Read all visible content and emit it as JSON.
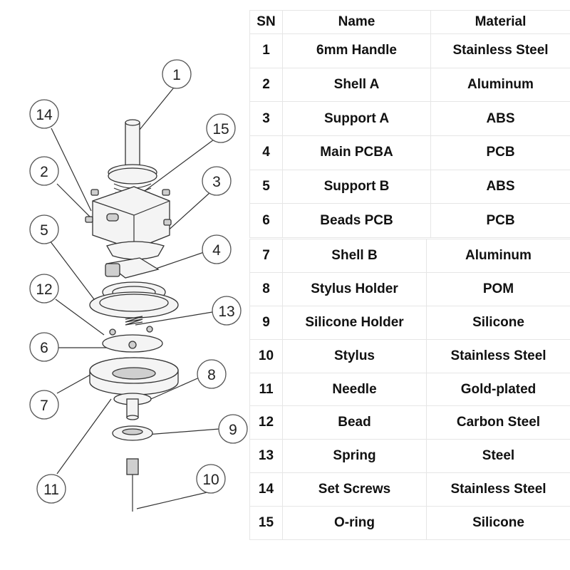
{
  "table": {
    "headers": [
      "SN",
      "Name",
      "Material"
    ],
    "rows": [
      {
        "sn": "1",
        "name": "6mm Handle",
        "material": "Stainless Steel"
      },
      {
        "sn": "2",
        "name": "Shell A",
        "material": "Aluminum"
      },
      {
        "sn": "3",
        "name": "Support A",
        "material": "ABS"
      },
      {
        "sn": "4",
        "name": "Main PCBA",
        "material": "PCB"
      },
      {
        "sn": "5",
        "name": "Support B",
        "material": "ABS"
      },
      {
        "sn": "6",
        "name": "Beads PCB",
        "material": "PCB"
      },
      {
        "sn": "7",
        "name": "Shell B",
        "material": "Aluminum"
      },
      {
        "sn": "8",
        "name": "Stylus Holder",
        "material": "POM"
      },
      {
        "sn": "9",
        "name": "Silicone Holder",
        "material": "Silicone"
      },
      {
        "sn": "10",
        "name": "Stylus",
        "material": "Stainless Steel"
      },
      {
        "sn": "11",
        "name": "Needle",
        "material": "Gold-plated"
      },
      {
        "sn": "12",
        "name": "Bead",
        "material": "Carbon Steel"
      },
      {
        "sn": "13",
        "name": "Spring",
        "material": "Steel"
      },
      {
        "sn": "14",
        "name": "Set Screws",
        "material": "Stainless Steel"
      },
      {
        "sn": "15",
        "name": "O-ring",
        "material": "Silicone"
      }
    ]
  },
  "callouts": [
    "1",
    "2",
    "3",
    "4",
    "5",
    "6",
    "7",
    "8",
    "9",
    "10",
    "11",
    "12",
    "13",
    "14",
    "15"
  ],
  "colors": {
    "line": "#333333",
    "border": "#e6e6e6",
    "text": "#111111"
  }
}
